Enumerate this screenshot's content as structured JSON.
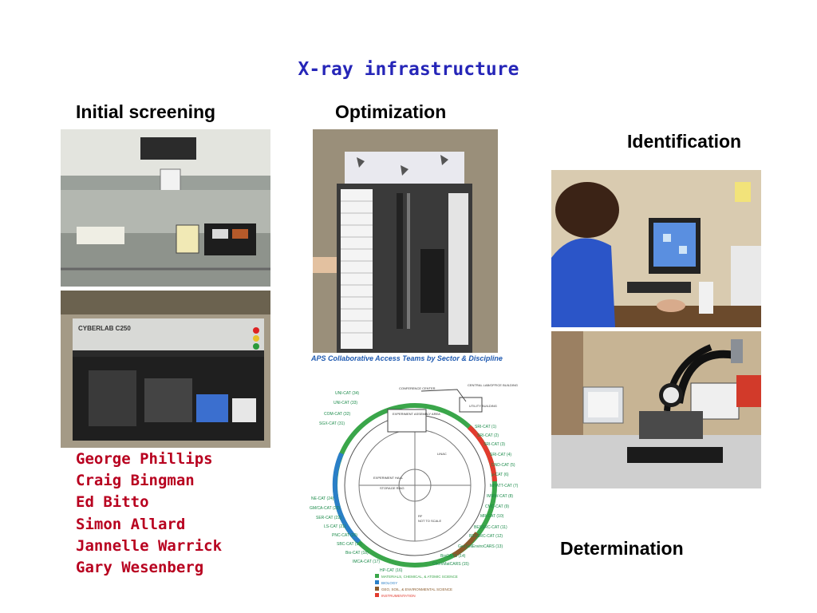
{
  "slide": {
    "title": "X-ray infrastructure",
    "labels": {
      "initial_screening": "Initial screening",
      "optimization": "Optimization",
      "identification": "Identification",
      "determination": "Determination"
    },
    "people": [
      "George Phillips",
      "Craig Bingman",
      "Ed Bitto",
      "Simon Allard",
      "Jannelle Warrick",
      "Gary Wesenberg"
    ],
    "aps_map": {
      "title": "APS Collaborative Access Teams by Sector & Discipline",
      "center_labels": {
        "conference_center": "CONFERENCE CENTER",
        "central_lab": "CENTRAL LAB/OFFICE BUILDING",
        "utility_building": "UTILITY BUILDING",
        "linac": "LINAC",
        "storage_ring": "STORAGE RING",
        "experiment_hall": "EXPERIMENT HALL",
        "experiment_assembly_area": "EXPERIMENT ASSEMBLY AREA",
        "rf": "RF",
        "not_to_scale": "NOT TO SCALE"
      },
      "sectors_left": [
        "UNI-CAT (34)",
        "UNI-CAT (33)",
        "COM-CAT (32)",
        "SGX-CAT (31)",
        "NE-CAT (24)",
        "GM/CA-CAT (23)",
        "SER-CAT (22)",
        "LS-CAT (21)",
        "PNC-CAT (20)",
        "SBC-CAT (19)",
        "Bio-CAT (18)",
        "IMCA-CAT (17)",
        "HP-CAT (16)"
      ],
      "sectors_right": [
        "SRI-CAT (1)",
        "SRI-CAT (2)",
        "SRI-CAT (3)",
        "SRI-CAT (4)",
        "DND-CAT (5)",
        "µ-CAT (6)",
        "MHATT-CAT (7)",
        "IMMW-CAT (8)",
        "CMC-CAT (9)",
        "MR-CAT (10)",
        "BESSRC-CAT (11)",
        "BESSRC-CAT (12)",
        "GeoSoilEnviroCARS (13)",
        "BioCARS (14)",
        "ChemMatCARS (15)"
      ],
      "legend": [
        {
          "label": "MATERIALS, CHEMICAL, & ATOMIC SCIENCE",
          "color": "#3aa64a"
        },
        {
          "label": "BIOLOGY",
          "color": "#2a7fc7"
        },
        {
          "label": "GEO, SOIL, & ENVIRONMENTAL SCIENCE",
          "color": "#8a5a2b"
        },
        {
          "label": "INSTRUMENTATION",
          "color": "#e23b2e"
        }
      ]
    }
  }
}
